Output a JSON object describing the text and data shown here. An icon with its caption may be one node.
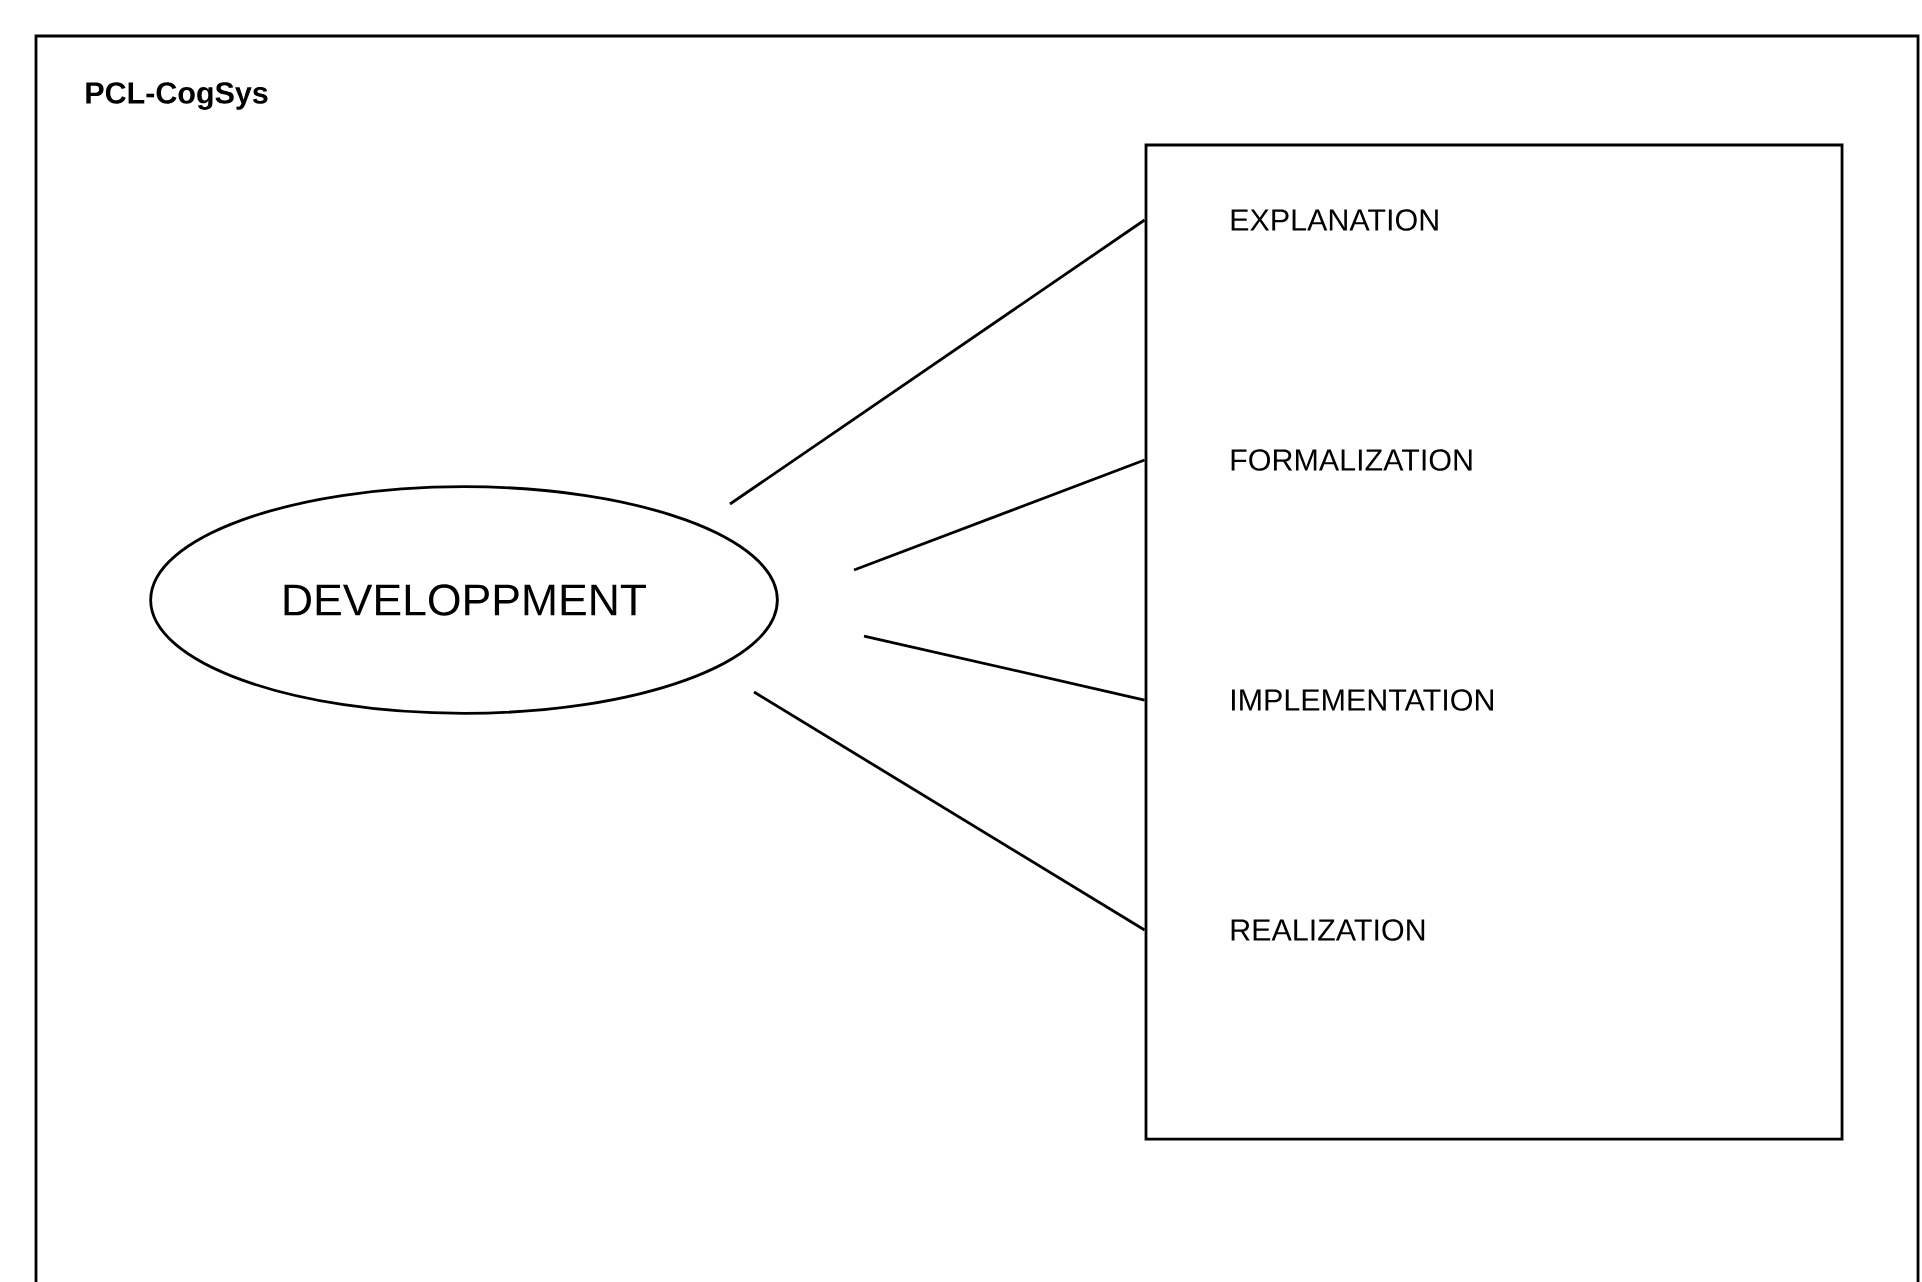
{
  "diagram": {
    "title": "PCL-CogSys",
    "nodes": [
      {
        "text": [
          "DEVELOPPMENT"
        ]
      },
      {
        "text": [],
        "shape": "box"
      },
      {
        "text": [
          "EXPLANATION"
        ],
        "in": 1
      },
      {
        "text": [
          "FORMALIZATION"
        ],
        "in": 1
      },
      {
        "text": [
          "IMPLEMENTATION"
        ],
        "in": 1
      },
      {
        "text": [
          "REALIZATION"
        ],
        "in": 1
      }
    ],
    "edges": [
      {
        "from": 0,
        "to": 2,
        "arrow": "none"
      },
      {
        "from": 0,
        "to": 3,
        "arrow": "none"
      },
      {
        "from": 0,
        "to": 4,
        "arrow": "none"
      },
      {
        "from": 0,
        "to": 5,
        "arrow": "none"
      }
    ]
  }
}
